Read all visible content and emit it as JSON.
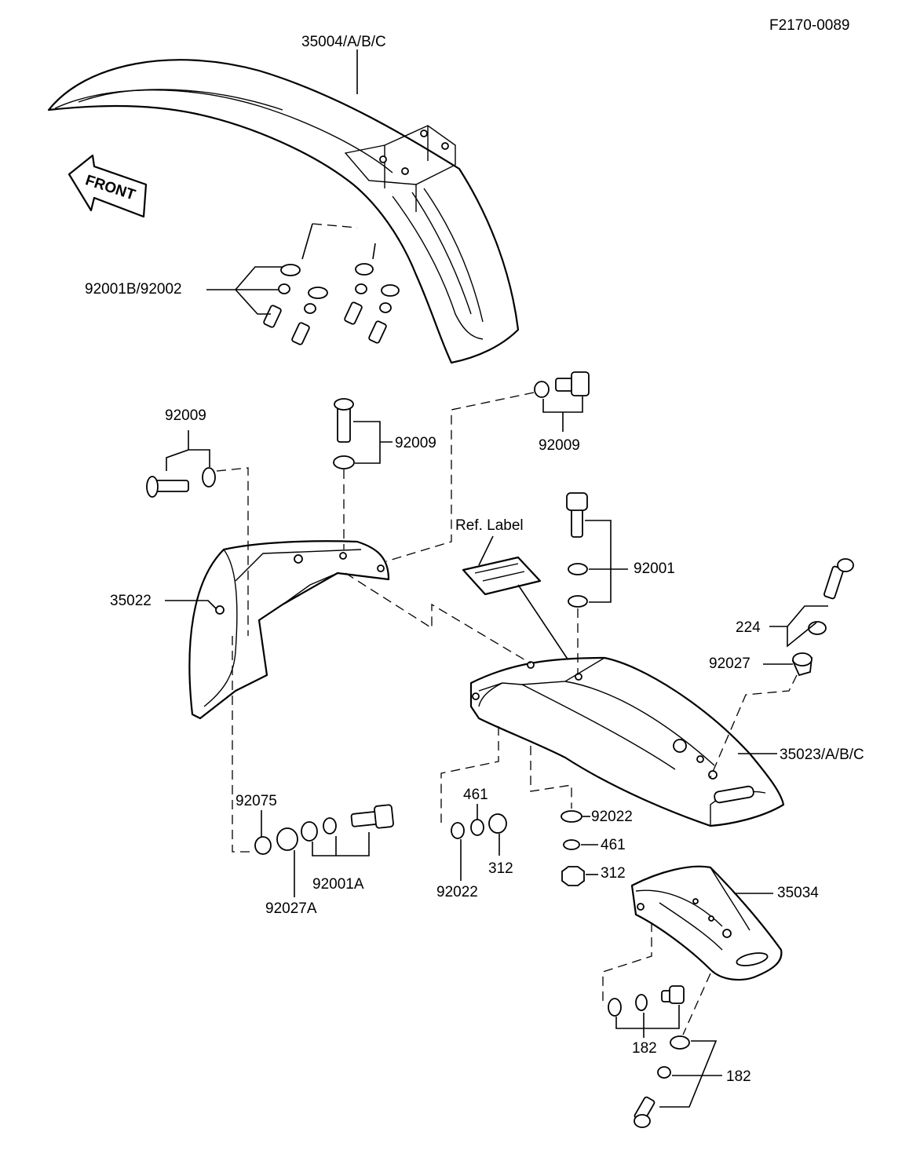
{
  "figure_code": "F2170-0089",
  "front_arrow_label": "FRONT",
  "callouts": {
    "front_fender": "35004/A/B/C",
    "fender_bolts": "92001B/92002",
    "flap_bolt_left": "92009",
    "flap_bolt_center": "92009",
    "flap_bolt_right": "92009",
    "front_flap": "35022",
    "ref_label": "Ref. Label",
    "rear_fender_bolt": "92001",
    "tail_bolt": "224",
    "tail_collar": "92027",
    "rear_fender": "35023/A/B/C",
    "collar_left": "92075",
    "flap_hardware": "92001A",
    "flap_collar": "92027A",
    "washer_center": "92022",
    "lock_center": "461",
    "nut_center": "312",
    "washer_right": "92022",
    "lock_right": "461",
    "nut_right": "312",
    "rear_flap": "35034",
    "flap_screw_upper": "182",
    "flap_screw_lower": "182"
  }
}
